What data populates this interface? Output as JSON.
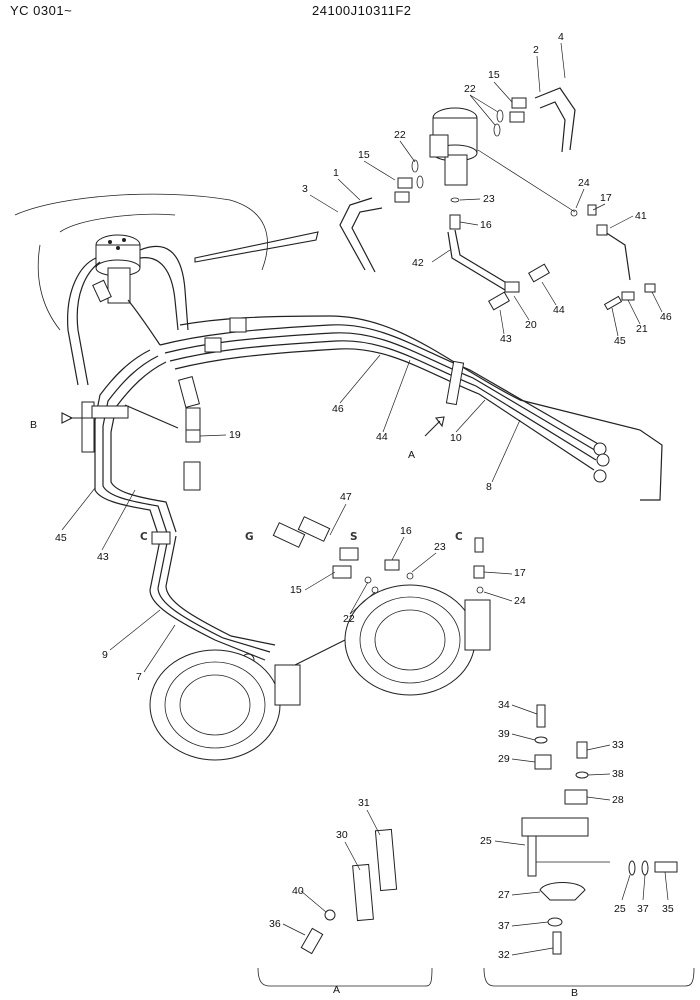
{
  "header": {
    "model_code": "YC 0301~",
    "part_number": "24100J10311F2"
  },
  "view_arrows": {
    "B": "B",
    "A": "A"
  },
  "callouts": {
    "c2": "2",
    "c4": "4",
    "c15a": "15",
    "c22a": "22",
    "c22b": "22",
    "c15b": "15",
    "c1": "1",
    "c3": "3",
    "c23a": "23",
    "c16a": "16",
    "c24a": "24",
    "c17a": "17",
    "c41": "41",
    "c42": "42",
    "c44a": "44",
    "c20": "20",
    "c43a": "43",
    "c21": "21",
    "c46a": "46",
    "c45a": "45",
    "c19": "19",
    "c46b": "46",
    "c44b": "44",
    "c10": "10",
    "c8": "8",
    "c47": "47",
    "c16b": "16",
    "c23b": "23",
    "c17b": "17",
    "c15c": "15",
    "c24b": "24",
    "c22c": "22",
    "c45b": "45",
    "c43b": "43",
    "c9": "9",
    "c7": "7",
    "c34": "34",
    "c39": "39",
    "c33": "33",
    "c29": "29",
    "c38": "38",
    "c28": "28",
    "c31": "31",
    "c30": "30",
    "c25a": "25",
    "c40": "40",
    "c36": "36",
    "c27": "27",
    "c25b": "25",
    "c37a": "37",
    "c35": "35",
    "c37b": "37",
    "c32": "32"
  },
  "detail_labels": {
    "A": "A",
    "B": "B"
  },
  "watermark": {
    "letters": [
      "C",
      "G",
      "S",
      "C"
    ],
    "colors": [
      "#4f8ff0",
      "#f07a7a",
      "#f7d35c",
      "#45b07f"
    ]
  }
}
